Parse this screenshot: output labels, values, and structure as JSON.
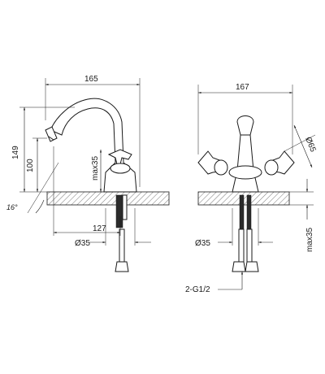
{
  "side_view": {
    "dim_width": "165",
    "dim_height_total": "149",
    "dim_height_spout": "100",
    "dim_max_height": "max35",
    "dim_angle": "16°",
    "dim_reach": "127",
    "dim_hole_diameter": "Ø35"
  },
  "front_view": {
    "dim_width": "167",
    "dim_handle_diameter": "Ø65",
    "dim_hole_diameter": "Ø35",
    "dim_max_height": "max35",
    "thread_label": "2-G1/2"
  }
}
